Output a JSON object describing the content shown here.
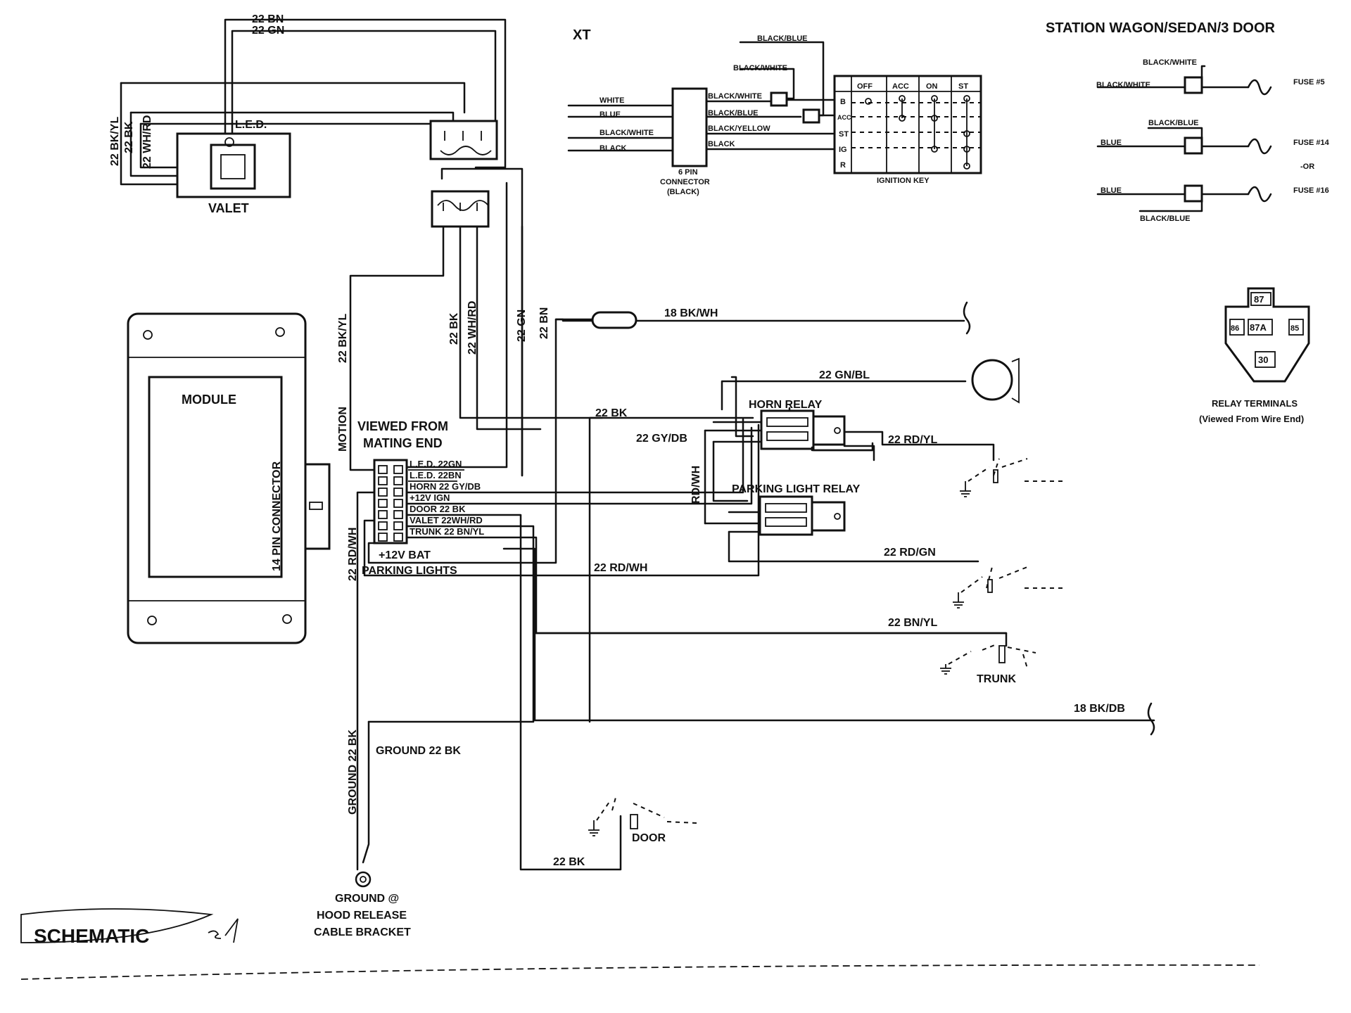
{
  "title": "STATION WAGON/SEDAN/3 DOOR",
  "schematic_label": "SCHEMATIC",
  "xt_label": "XT",
  "module": {
    "label": "MODULE",
    "connector_label": "14 PIN CONNECTOR"
  },
  "valet": {
    "label": "VALET",
    "led_label": "L.E.D."
  },
  "top_harness": {
    "wire_22bn": "22 BN",
    "wire_22gn": "22 GN",
    "wire_22bkyl": "22 BK/YL",
    "wire_22bk": "22 BK",
    "wire_22whrd": "22 WH/RD"
  },
  "vertical_wires": {
    "bkyl": "22 BK/YL",
    "bk": "22 BK",
    "whrd": "22 WH/RD",
    "gn": "22 GN",
    "bn": "22 BN",
    "motion": "MOTION",
    "rdwh": "22 RD/WH",
    "ground_bk": "GROUND 22 BK"
  },
  "connector14": {
    "viewed_from": "VIEWED FROM",
    "mating_end": "MATING END",
    "pins": [
      "L.E.D. 22GN",
      "L.E.D. 22BN",
      "HORN 22 GY/DB",
      "+12V IGN",
      "DOOR 22 BK",
      "VALET 22WH/RD",
      "TRUNK 22 BN/YL"
    ],
    "bat": "+12V BAT",
    "parking": "PARKING LIGHTS"
  },
  "right_wires": {
    "bkwh18": "18 BK/WH",
    "gnbl": "22 GN/BL",
    "bk22": "22 BK",
    "gydb": "22 GY/DB",
    "rdyl": "22 RD/YL",
    "rdwh_v": "RD/WH",
    "rdgn": "22 RD/GN",
    "rdwh_h": "22 RD/WH",
    "bnyl": "22 BN/YL",
    "bkdb18": "18 BK/DB",
    "ground_bk": "GROUND   22 BK",
    "door_bk": "22 BK"
  },
  "relays": {
    "horn": "HORN   RELAY",
    "parking": "PARKING LIGHT RELAY"
  },
  "switches": {
    "trunk": "TRUNK",
    "door": "DOOR"
  },
  "ground_point": [
    "GROUND @",
    "HOOD RELEASE",
    "CABLE BRACKET"
  ],
  "ignition": {
    "connector": [
      "6 PIN",
      "CONNECTOR",
      "(BLACK)"
    ],
    "key_label": "IGNITION KEY",
    "columns": [
      "OFF",
      "ACC",
      "ON",
      "ST"
    ],
    "rows": [
      "B",
      "ACC",
      "ST",
      "IG",
      "R"
    ],
    "left_wires": [
      "WHITE",
      "BLUE",
      "BLACK/WHITE",
      "BLACK"
    ],
    "right_wires": [
      "BLACK/WHITE",
      "BLACK/BLUE",
      "BLACK/YELLOW",
      "BLACK"
    ],
    "top_blue": "BLACK/BLUE",
    "top_white": "BLACK/WHITE"
  },
  "fuses": [
    {
      "top": "BLACK/WHITE",
      "left": "BLACK/WHITE",
      "label": "FUSE #5"
    },
    {
      "top": "BLACK/BLUE",
      "left": "BLUE",
      "label": "FUSE #14"
    },
    {
      "top": "",
      "left": "BLUE",
      "label": "FUSE #16",
      "bottom": "BLACK/BLUE"
    }
  ],
  "fuse_or": "-OR",
  "relay_terminals": {
    "pins": [
      "87",
      "86",
      "87A",
      "85",
      "30"
    ],
    "title": "RELAY TERMINALS",
    "subtitle": "(Viewed From Wire End)"
  }
}
